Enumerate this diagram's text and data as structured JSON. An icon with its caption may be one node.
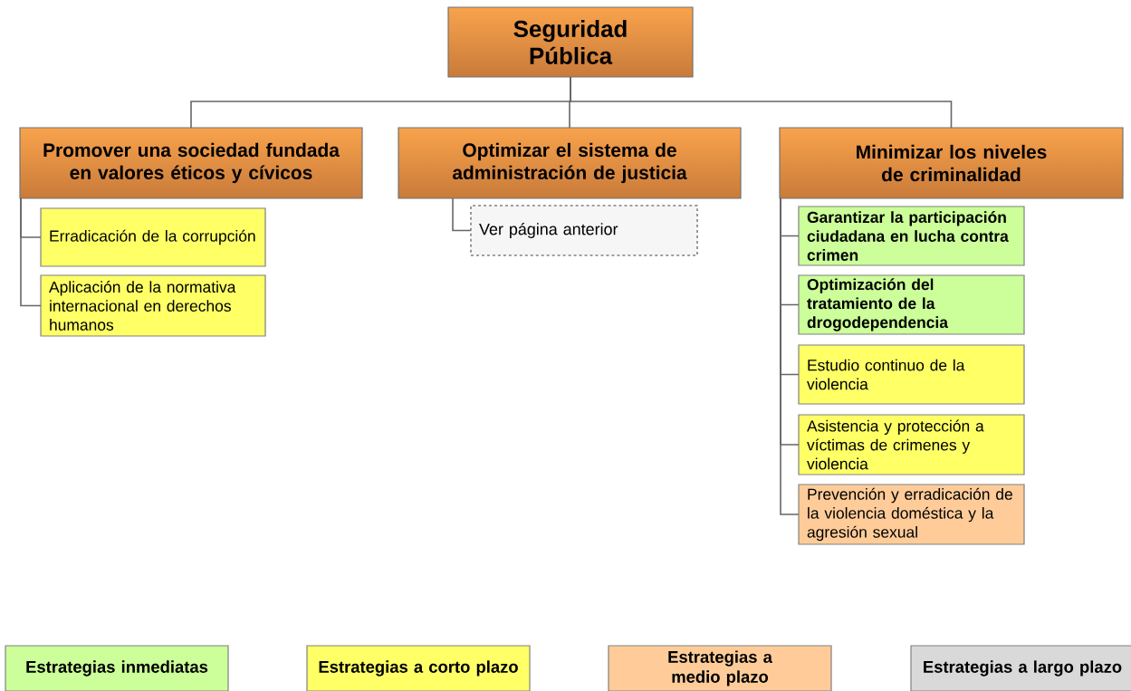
{
  "diagram": {
    "nodes": [
      {
        "text": [
          "Seguridad Pública"
        ]
      },
      {
        "text": [
          "Promover una sociedad fundada en valores éticos y cívicos"
        ]
      },
      {
        "text": [
          "Optimizar el sistema de administración de justicia"
        ]
      },
      {
        "text": [
          "Minimizar los niveles de criminalidad"
        ]
      },
      {
        "text": [
          "Erradicación de la corrupción"
        ]
      },
      {
        "text": [
          "Aplicación de la normativa internacional en derechos humanos"
        ]
      },
      {
        "text": [
          "Ver página anterior"
        ]
      },
      {
        "text": [
          "Garantizar la participación ciudadana en lucha contra crimen"
        ]
      },
      {
        "text": [
          "Optimización del tratamiento de la drogodependencia"
        ]
      },
      {
        "text": [
          "Estudio continuo de la violencia"
        ]
      },
      {
        "text": [
          "Asistencia y protección a víctimas de crimenes y violencia"
        ]
      },
      {
        "text": [
          "Prevención y erradicación de la violencia doméstica y la agresión sexual"
        ]
      }
    ],
    "edges": [
      {
        "from": 0,
        "to": 1,
        "arrow": "none"
      },
      {
        "from": 0,
        "to": 2,
        "arrow": "none"
      },
      {
        "from": 0,
        "to": 3,
        "arrow": "none"
      },
      {
        "from": 1,
        "to": 4,
        "arrow": "none"
      },
      {
        "from": 1,
        "to": 5,
        "arrow": "none"
      },
      {
        "from": 2,
        "to": 6,
        "arrow": "none"
      },
      {
        "from": 3,
        "to": 7,
        "arrow": "none"
      },
      {
        "from": 3,
        "to": 8,
        "arrow": "none"
      },
      {
        "from": 3,
        "to": 9,
        "arrow": "none"
      },
      {
        "from": 3,
        "to": 10,
        "arrow": "none"
      },
      {
        "from": 3,
        "to": 11,
        "arrow": "none"
      }
    ],
    "legend": [
      {
        "text": "Estrategias inmediatas",
        "color": "#ccff99"
      },
      {
        "text": "Estrategias a corto plazo",
        "color": "#ffff66"
      },
      {
        "text": "Estrategias a medio plazo",
        "color": "#ffcc99"
      },
      {
        "text": "Estrategias a largo plazo",
        "color": "#d9d9d9"
      }
    ]
  }
}
